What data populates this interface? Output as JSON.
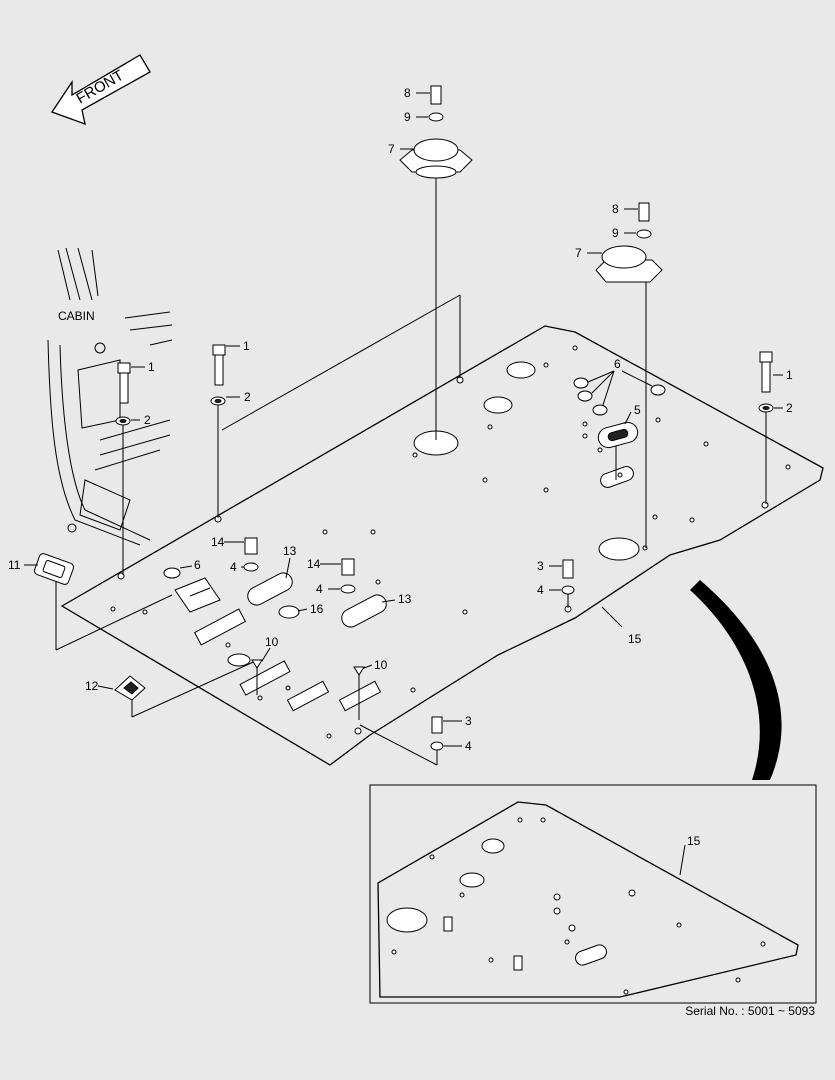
{
  "front_label": "FRONT",
  "cabin_label": "CABIN",
  "serial": "Serial No. : 5001 ~ 5093",
  "callouts": {
    "c1a": "1",
    "c1b": "1",
    "c1c": "1",
    "c2a": "2",
    "c2b": "2",
    "c2c": "2",
    "c3a": "3",
    "c3b": "3",
    "c4a": "4",
    "c4b": "4",
    "c4c": "4",
    "c4d": "4",
    "c5": "5",
    "c6a": "6",
    "c6b": "6",
    "c7a": "7",
    "c7b": "7",
    "c8a": "8",
    "c8b": "8",
    "c9a": "9",
    "c9b": "9",
    "c10a": "10",
    "c10b": "10",
    "c11": "11",
    "c12": "12",
    "c13a": "13",
    "c13b": "13",
    "c14a": "14",
    "c14b": "14",
    "c15": "15",
    "c15b": "15",
    "c16": "16"
  }
}
